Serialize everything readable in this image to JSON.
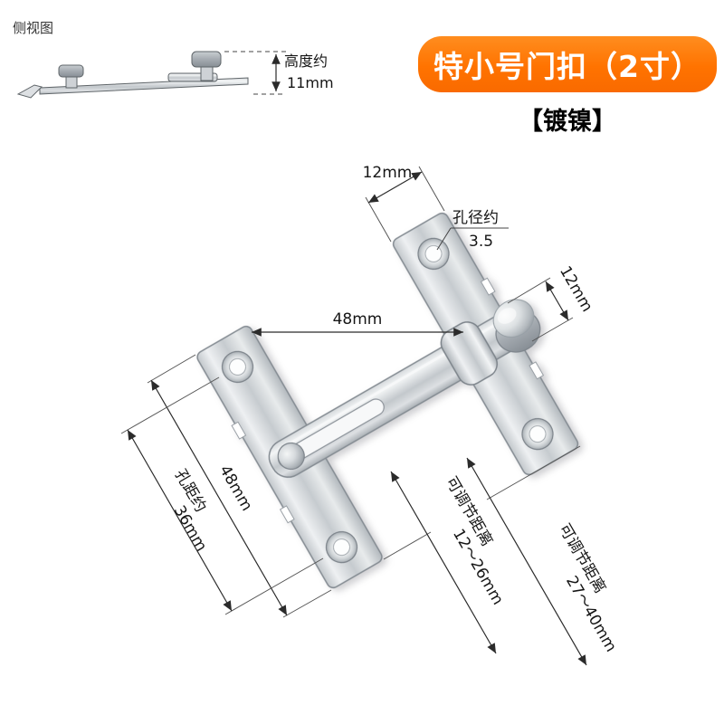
{
  "header": {
    "side_view_label": "侧视图",
    "badge_label": "特小号门扣（2寸）",
    "plating_label": "【镀镍】"
  },
  "side_view": {
    "height_label": "高度约",
    "height_value": "11mm"
  },
  "dimensions": {
    "plate_top_width": "12mm",
    "hole_diameter_label": "孔径约",
    "hole_diameter_value": "3.5",
    "knob_width": "12mm",
    "bar_length": "48mm",
    "plate_length": "48mm",
    "hole_spacing_label": "孔距约",
    "hole_spacing_value": "36mm",
    "adjustable_range_small_label": "可调节距离",
    "adjustable_range_small_value": "12～26mm",
    "adjustable_range_large_label": "可调节距离",
    "adjustable_range_large_value": "27～40mm"
  },
  "colors": {
    "badge_background": "#FF7600",
    "badge_text": "#FFFFFF",
    "metal_light": "#F2F4F5",
    "metal_mid": "#C6CBCF",
    "metal_dark": "#9AA1A7",
    "dimension_line": "#2B2B2B"
  }
}
